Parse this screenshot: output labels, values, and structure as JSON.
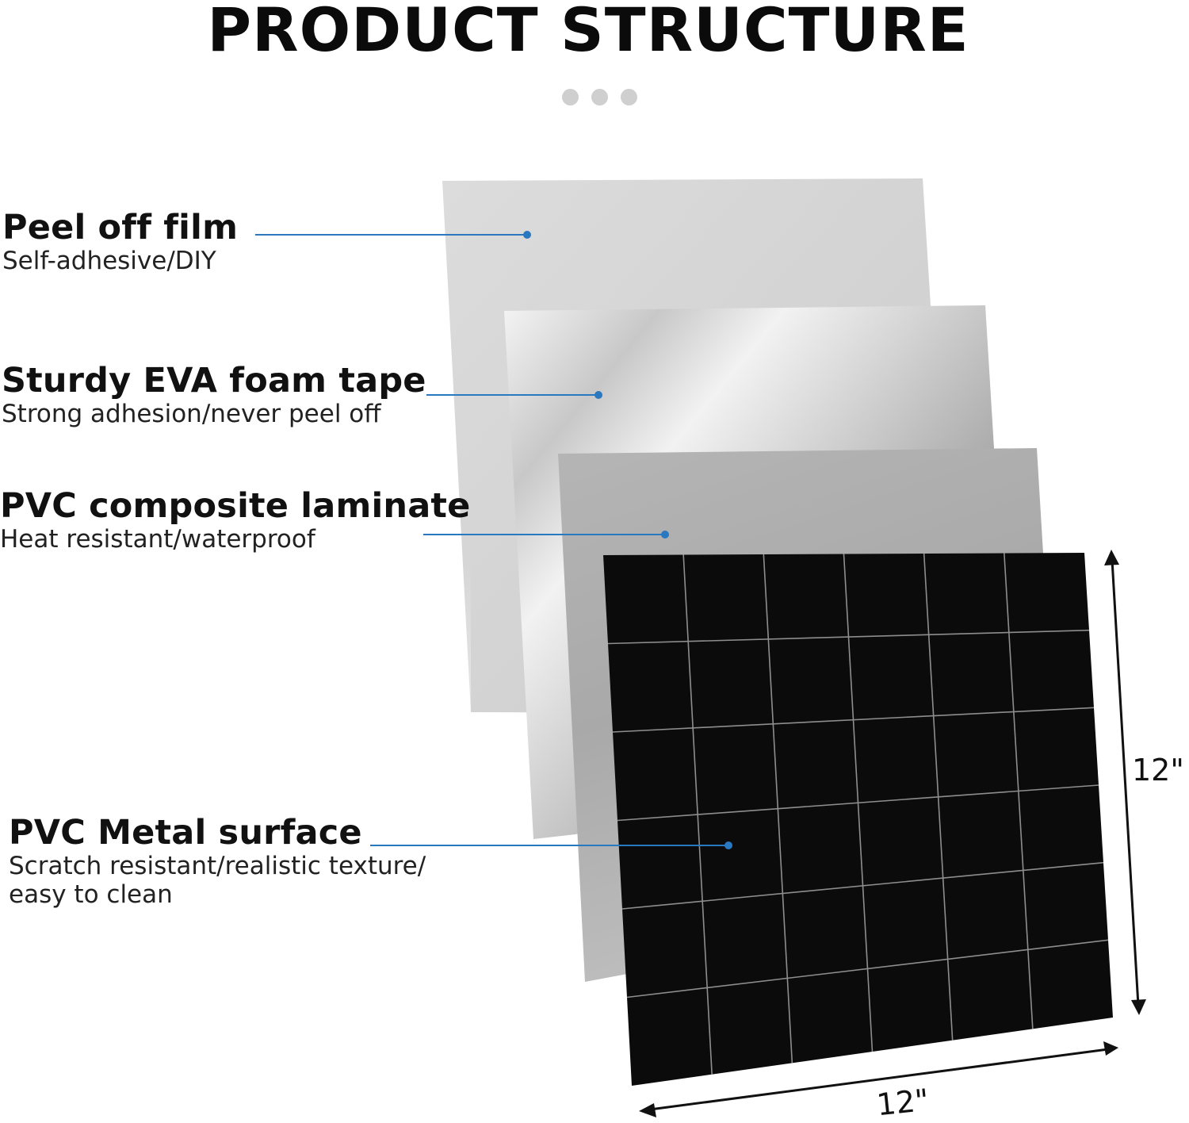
{
  "title": "PRODUCT STRUCTURE",
  "layers": [
    {
      "name": "Peel off film",
      "desc": "Self-adhesive/DIY"
    },
    {
      "name": "Sturdy EVA foam tape",
      "desc": "Strong adhesion/never peel off"
    },
    {
      "name": "PVC composite laminate",
      "desc": "Heat resistant/waterproof"
    },
    {
      "name": "PVC Metal surface",
      "desc": "Scratch resistant/realistic texture/",
      "desc2": "easy to clean"
    }
  ],
  "dimensions": {
    "height": "12\"",
    "width": "12\""
  },
  "colors": {
    "leader": "#2a78c0",
    "tile": "#0a0a0a",
    "grout": "#8a8a8a",
    "film": "#d8d8d8",
    "laminate": "#b3b3b3"
  }
}
